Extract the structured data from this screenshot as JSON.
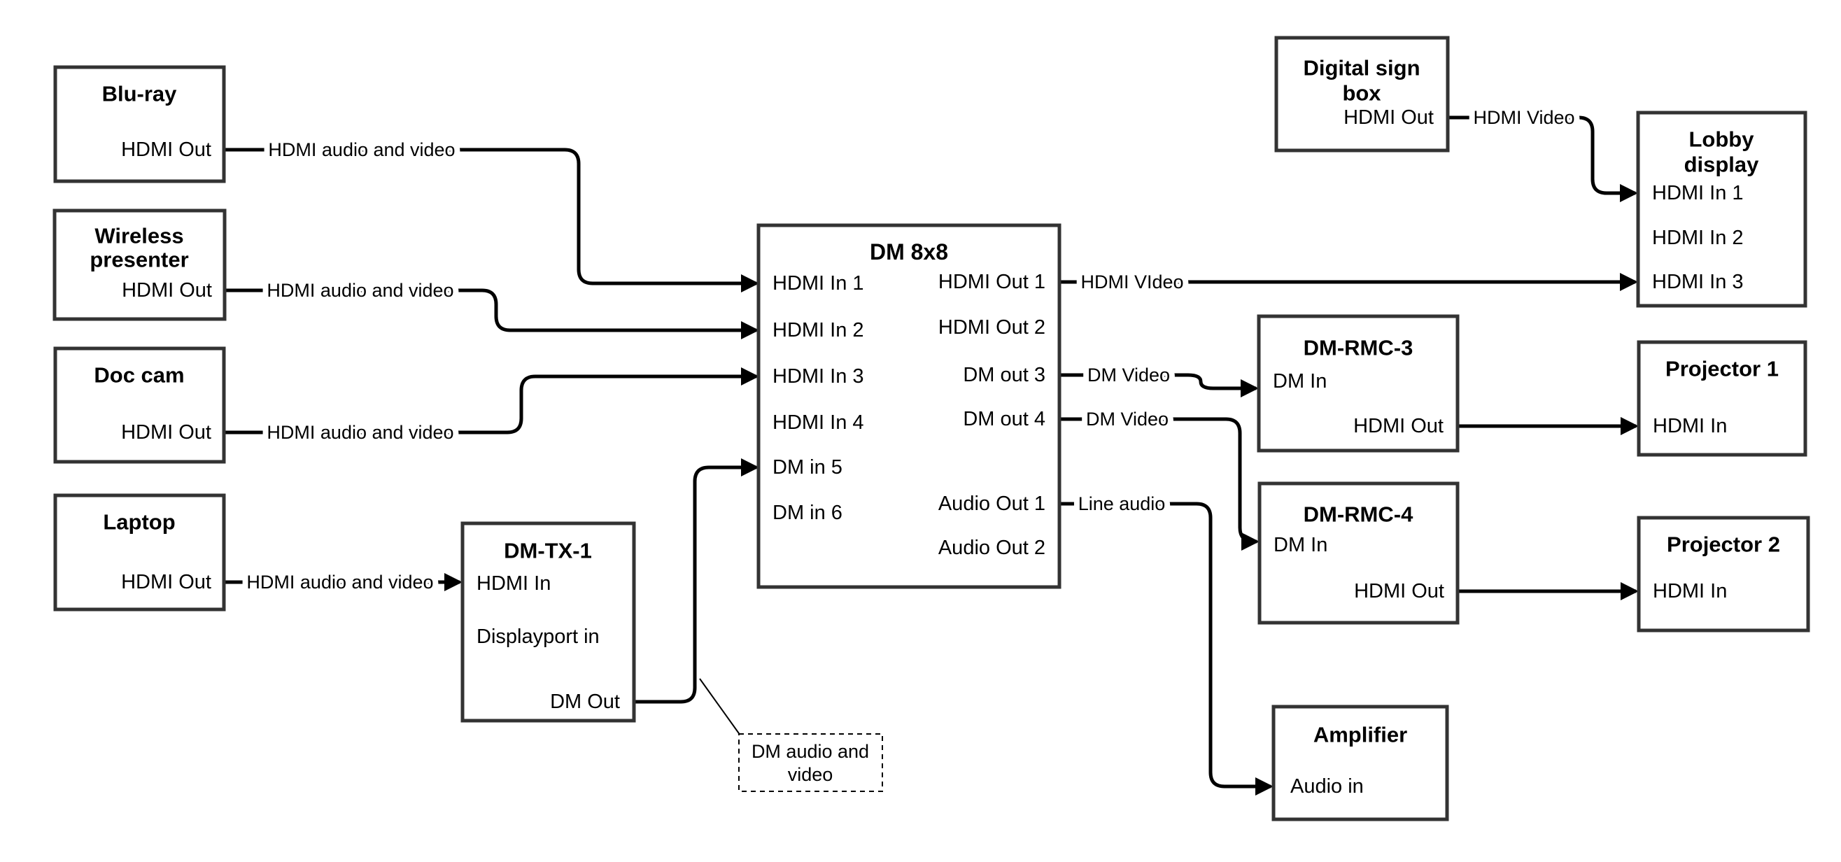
{
  "diagram": {
    "colors": {
      "wire": "#000000",
      "box_border": "#333333",
      "text": "#000000",
      "background": "#ffffff"
    },
    "nodes": {
      "bluray": {
        "title": "Blu-ray",
        "port_hdmi_out": "HDMI Out"
      },
      "wireless_presenter": {
        "title_line1": "Wireless",
        "title_line2": "presenter",
        "port_hdmi_out": "HDMI Out"
      },
      "doc_cam": {
        "title": "Doc cam",
        "port_hdmi_out": "HDMI Out"
      },
      "laptop": {
        "title": "Laptop",
        "port_hdmi_out": "HDMI Out"
      },
      "dm_tx_1": {
        "title": "DM-TX-1",
        "port_hdmi_in": "HDMI In",
        "port_displayport_in": "Displayport in",
        "port_dm_out": "DM Out"
      },
      "dm_8x8": {
        "title": "DM 8x8",
        "port_hdmi_in_1": "HDMI In 1",
        "port_hdmi_in_2": "HDMI In 2",
        "port_hdmi_in_3": "HDMI In 3",
        "port_hdmi_in_4": "HDMI In 4",
        "port_dm_in_5": "DM in 5",
        "port_dm_in_6": "DM in 6",
        "port_hdmi_out_1": "HDMI Out 1",
        "port_hdmi_out_2": "HDMI Out 2",
        "port_dm_out_3": "DM out 3",
        "port_dm_out_4": "DM out 4",
        "port_audio_out_1": "Audio Out 1",
        "port_audio_out_2": "Audio Out 2"
      },
      "digital_sign_box": {
        "title_line1": "Digital sign",
        "title_line2": "box",
        "port_hdmi_out": "HDMI Out"
      },
      "lobby_display": {
        "title_line1": "Lobby",
        "title_line2": "display",
        "port_hdmi_in_1": "HDMI In 1",
        "port_hdmi_in_2": "HDMI In 2",
        "port_hdmi_in_3": "HDMI In 3"
      },
      "dm_rmc_3": {
        "title": "DM-RMC-3",
        "port_dm_in": "DM In",
        "port_hdmi_out": "HDMI Out"
      },
      "projector_1": {
        "title": "Projector 1",
        "port_hdmi_in": "HDMI In"
      },
      "dm_rmc_4": {
        "title": "DM-RMC-4",
        "port_dm_in": "DM In",
        "port_hdmi_out": "HDMI Out"
      },
      "projector_2": {
        "title": "Projector 2",
        "port_hdmi_in": "HDMI In"
      },
      "amplifier": {
        "title": "Amplifier",
        "port_audio_in": "Audio in"
      }
    },
    "wire_labels": {
      "bluray_to_dm8x8": "HDMI audio and video",
      "wireless_to_dm8x8": "HDMI audio and video",
      "doccam_to_dm8x8": "HDMI audio and video",
      "laptop_to_dmtx1": "HDMI audio and video",
      "hdmi_out_1_to_lobby": "HDMI VIdeo",
      "dm_out_3_to_rmc3": "DM Video",
      "dm_out_4_to_rmc4": "DM Video",
      "audio_out_1_to_amplifier": "Line audio",
      "digital_sign_to_lobby": "HDMI Video"
    },
    "annotation": {
      "line1": "DM audio and",
      "line2": "video"
    }
  }
}
